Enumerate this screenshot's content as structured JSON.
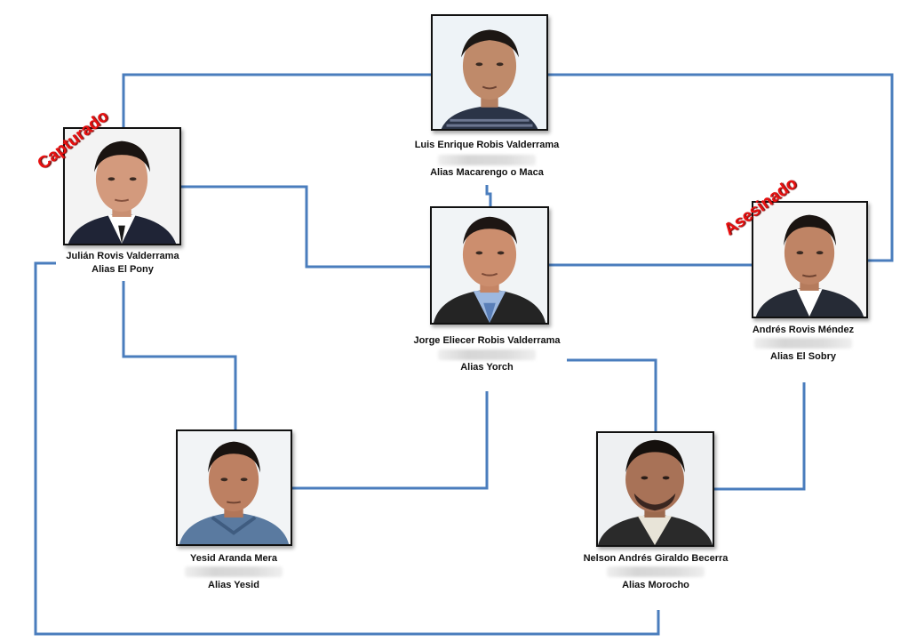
{
  "colors": {
    "connector": "#4a7dbd",
    "status": "#e81010",
    "frame": "#111111"
  },
  "people": {
    "luis": {
      "name": "Luis Enrique Robis Valderrama",
      "alias": "Alias Macarengo o Maca"
    },
    "julian": {
      "name": "Julián Rovis Valderrama",
      "alias": "Alias El Pony",
      "status": "Capturado"
    },
    "jorge": {
      "name": "Jorge Eliecer Robis Valderrama",
      "alias": "Alias Yorch"
    },
    "andres": {
      "name": "Andrés Rovis Méndez",
      "alias": "Alias El Sobry",
      "status": "Asesinado"
    },
    "yesid": {
      "name": "Yesid Aranda Mera",
      "alias": "Alias Yesid"
    },
    "nelson": {
      "name": "Nelson Andrés Giraldo Becerra",
      "alias": "Alias Morocho"
    }
  }
}
